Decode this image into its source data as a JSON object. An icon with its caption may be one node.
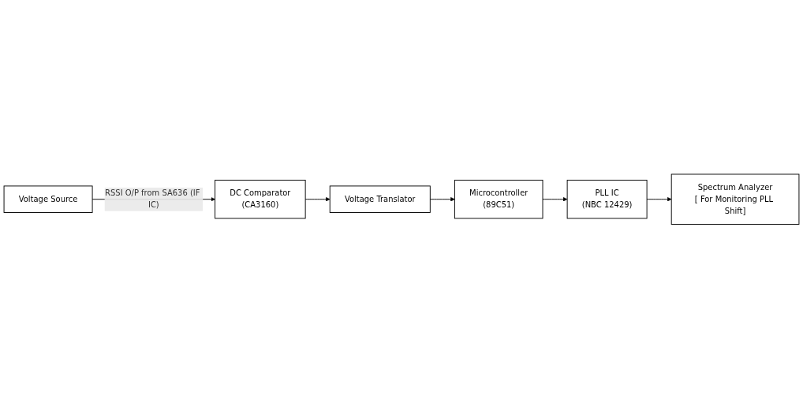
{
  "diagram": {
    "nodes": [
      {
        "text": [
          "PLL IC",
          "(NBC 12429)"
        ]
      },
      {
        "text": [
          "Microcontroller",
          "(89C51)"
        ]
      },
      {
        "text": [
          "Spectrum Analyzer",
          "[ For Monitoring PLL Shift]"
        ]
      },
      {
        "text": [
          "Voltage Translator"
        ]
      },
      {
        "text": [
          "Voltage Source"
        ]
      },
      {
        "text": [
          "DC Comparator",
          "(CA3160)"
        ]
      }
    ],
    "edges": [
      {
        "from": 1,
        "to": 0,
        "arrow": "to"
      },
      {
        "from": 0,
        "to": 2,
        "arrow": "to"
      },
      {
        "from": 4,
        "to": 5,
        "arrow": "to",
        "label": "RSSI O/P from SA636 (IF IC)"
      },
      {
        "from": 5,
        "to": 3,
        "arrow": "to"
      },
      {
        "from": 3,
        "to": 1,
        "arrow": "to"
      }
    ]
  }
}
